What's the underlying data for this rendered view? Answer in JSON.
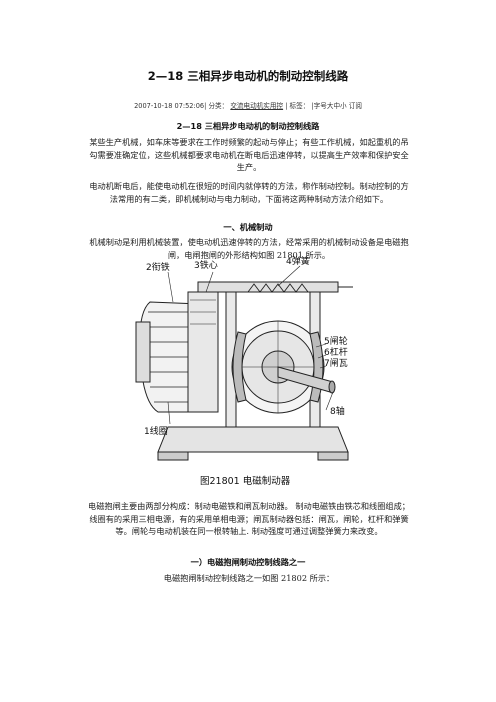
{
  "title": "2—18  三相异步电动机的制动控制线路",
  "meta": {
    "datetime": "2007-10-18 07:52:06|",
    "category_label": "分类：",
    "category_link": "交流电动机实用控",
    "sep1": "|",
    "tags_label": "标签：",
    "font_size_link": "|字号大中小 订阅"
  },
  "heading_main": "2—18  三相异步电动机的制动控制线路",
  "paragraphs": {
    "p1": "某些生产机械，如车床等要求在工作时频繁的起动与停止；有些工作机械，如起重机的吊勾需要准确定位，这些机械都要求电动机在断电后迅速停转，以提高生产效率和保护安全生产。",
    "p2": "电动机断电后，能使电动机在很短的时间内就停转的方法，称作制动控制。制动控制的方法常用的有二类，即机械制动与电力制动，下面将这两种制动方法介绍如下。",
    "p3": "机械制动是利用机械装置，使电动机迅速停转的方法，经常采用的机械制动设备是电磁抱闸，电闸抱闸的外形结构如图 21801 所示。",
    "p4": "电磁抱闸主要由两部分构成：制动电磁铁和闸瓦制动器。 制动电磁铁由铁芯和线圈组成；线圈有的采用三相电源，有的采用单相电源；闸瓦制动器包括：闸瓦，闸轮，杠杆和弹簧等。闸轮与电动机装在同一根转轴上. 制动强度可通过调整弹簧力来改变。",
    "p5": "电磁抱闸制动控制线路之一如图 21802 所示："
  },
  "section1": "一、机械制动",
  "section2": "一）电磁抱闸制动控制线路之一",
  "figure": {
    "labels": {
      "armature": "2衔铁",
      "core": "3铁心",
      "spring": "4弹簧",
      "wheel": "5闸轮",
      "lever": "6杠杆",
      "shoe": "7闸瓦",
      "shaft": "8轴",
      "coil": "1线圈"
    },
    "caption": "图21801  电磁制动器"
  }
}
